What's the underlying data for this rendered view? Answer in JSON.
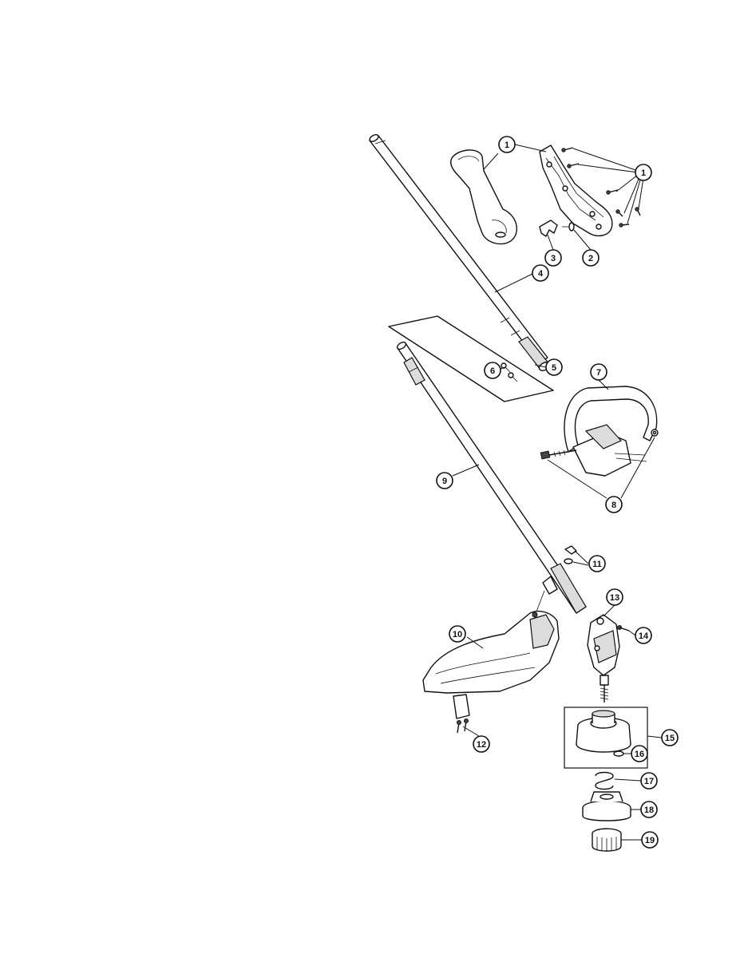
{
  "callouts": [
    {
      "id": "c1a",
      "label": "1"
    },
    {
      "id": "c1b",
      "label": "1"
    },
    {
      "id": "c2",
      "label": "2"
    },
    {
      "id": "c3",
      "label": "3"
    },
    {
      "id": "c4",
      "label": "4"
    },
    {
      "id": "c5",
      "label": "5"
    },
    {
      "id": "c6",
      "label": "6"
    },
    {
      "id": "c7",
      "label": "7"
    },
    {
      "id": "c8",
      "label": "8"
    },
    {
      "id": "c9",
      "label": "9"
    },
    {
      "id": "c10",
      "label": "10"
    },
    {
      "id": "c11",
      "label": "11"
    },
    {
      "id": "c12",
      "label": "12"
    },
    {
      "id": "c13",
      "label": "13"
    },
    {
      "id": "c14",
      "label": "14"
    },
    {
      "id": "c15",
      "label": "15"
    },
    {
      "id": "c16",
      "label": "16"
    },
    {
      "id": "c17",
      "label": "17"
    },
    {
      "id": "c18",
      "label": "18"
    },
    {
      "id": "c19",
      "label": "19"
    }
  ]
}
